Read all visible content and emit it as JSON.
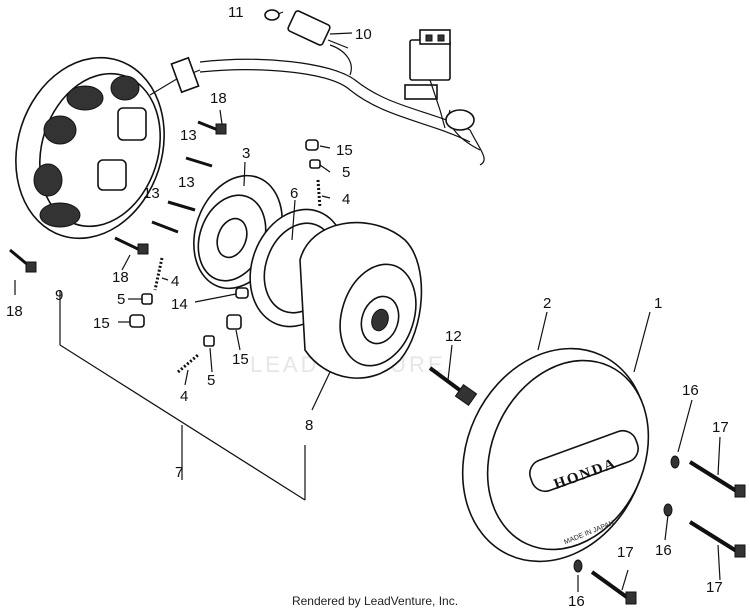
{
  "watermark": "LEADVENTURE",
  "cover_brand": "HONDA",
  "cover_stamp": "MADE IN JAPAN",
  "footer": "Rendered by LeadVenture, Inc.",
  "callouts": {
    "c1": "1",
    "c2": "2",
    "c3": "3",
    "c4a": "4",
    "c4b": "4",
    "c4c": "4",
    "c5a": "5",
    "c5b": "5",
    "c5c": "5",
    "c6": "6",
    "c7": "7",
    "c8": "8",
    "c9": "9",
    "c10": "10",
    "c11": "11",
    "c12": "12",
    "c13a": "13",
    "c13b": "13",
    "c13c": "13",
    "c14": "14",
    "c15a": "15",
    "c15b": "15",
    "c15c": "15",
    "c16a": "16",
    "c16b": "16",
    "c16c": "16",
    "c17a": "17",
    "c17b": "17",
    "c17c": "17",
    "c18a": "18",
    "c18b": "18",
    "c18c": "18"
  }
}
